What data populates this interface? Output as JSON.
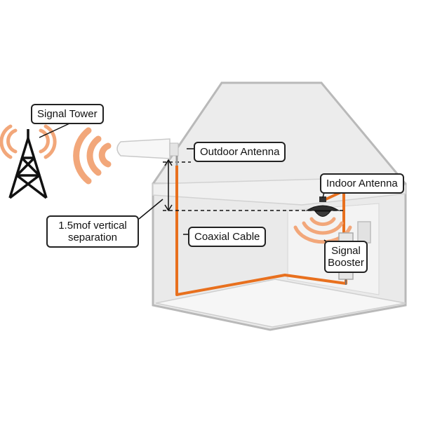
{
  "labels": {
    "signal_tower": "Signal Tower",
    "outdoor_antenna": "Outdoor Antenna",
    "indoor_antenna": "Indoor Antenna",
    "vertical_separation_line1": "1.5mof vertical",
    "vertical_separation_line2": "separation",
    "coaxial_cable": "Coaxial Cable",
    "signal_booster_line1": "Signal",
    "signal_booster_line2": "Booster"
  },
  "colors": {
    "cable": "#e8701e",
    "signal_wave": "#f2a77a",
    "house_wall": "#e9e9e9",
    "house_outline": "#b9b9b9",
    "callout_border": "#222222",
    "tower": "#111111"
  },
  "icons": {
    "tower": "cell-tower-icon",
    "outdoor_antenna": "yagi-antenna-icon",
    "indoor_antenna": "ceiling-dome-antenna-icon",
    "booster": "signal-booster-box-icon"
  }
}
